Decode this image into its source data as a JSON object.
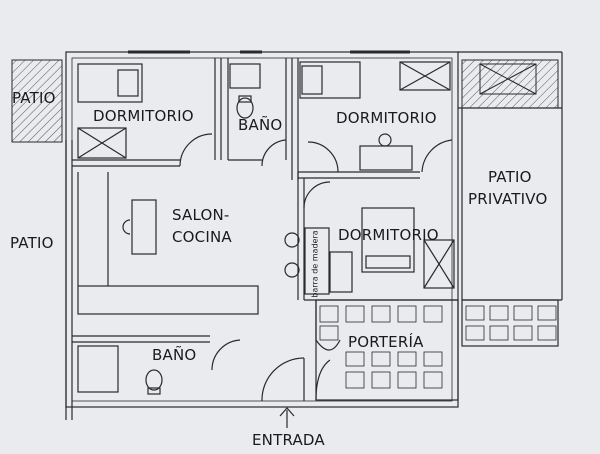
{
  "rooms": {
    "patio_left_top": "PATIO",
    "patio_left": "PATIO",
    "dormitorio_1": "DORMITORIO",
    "bano_1": "BAÑO",
    "dormitorio_2": "DORMITORIO",
    "patio_privativo_line1": "PATIO",
    "patio_privativo_line2": "PRIVATIVO",
    "salon_line1": "SALON-",
    "salon_line2": "COCINA",
    "dormitorio_3": "DORMITORIO",
    "bano_2": "BAÑO",
    "porteria": "PORTERÍA",
    "barra": "barra de madera"
  },
  "entrance": {
    "label": "ENTRADA",
    "icon": "arrow-up-icon"
  },
  "colors": {
    "background": "#e9ebee",
    "line": "#2a2a2a",
    "hatch": "#555555"
  }
}
